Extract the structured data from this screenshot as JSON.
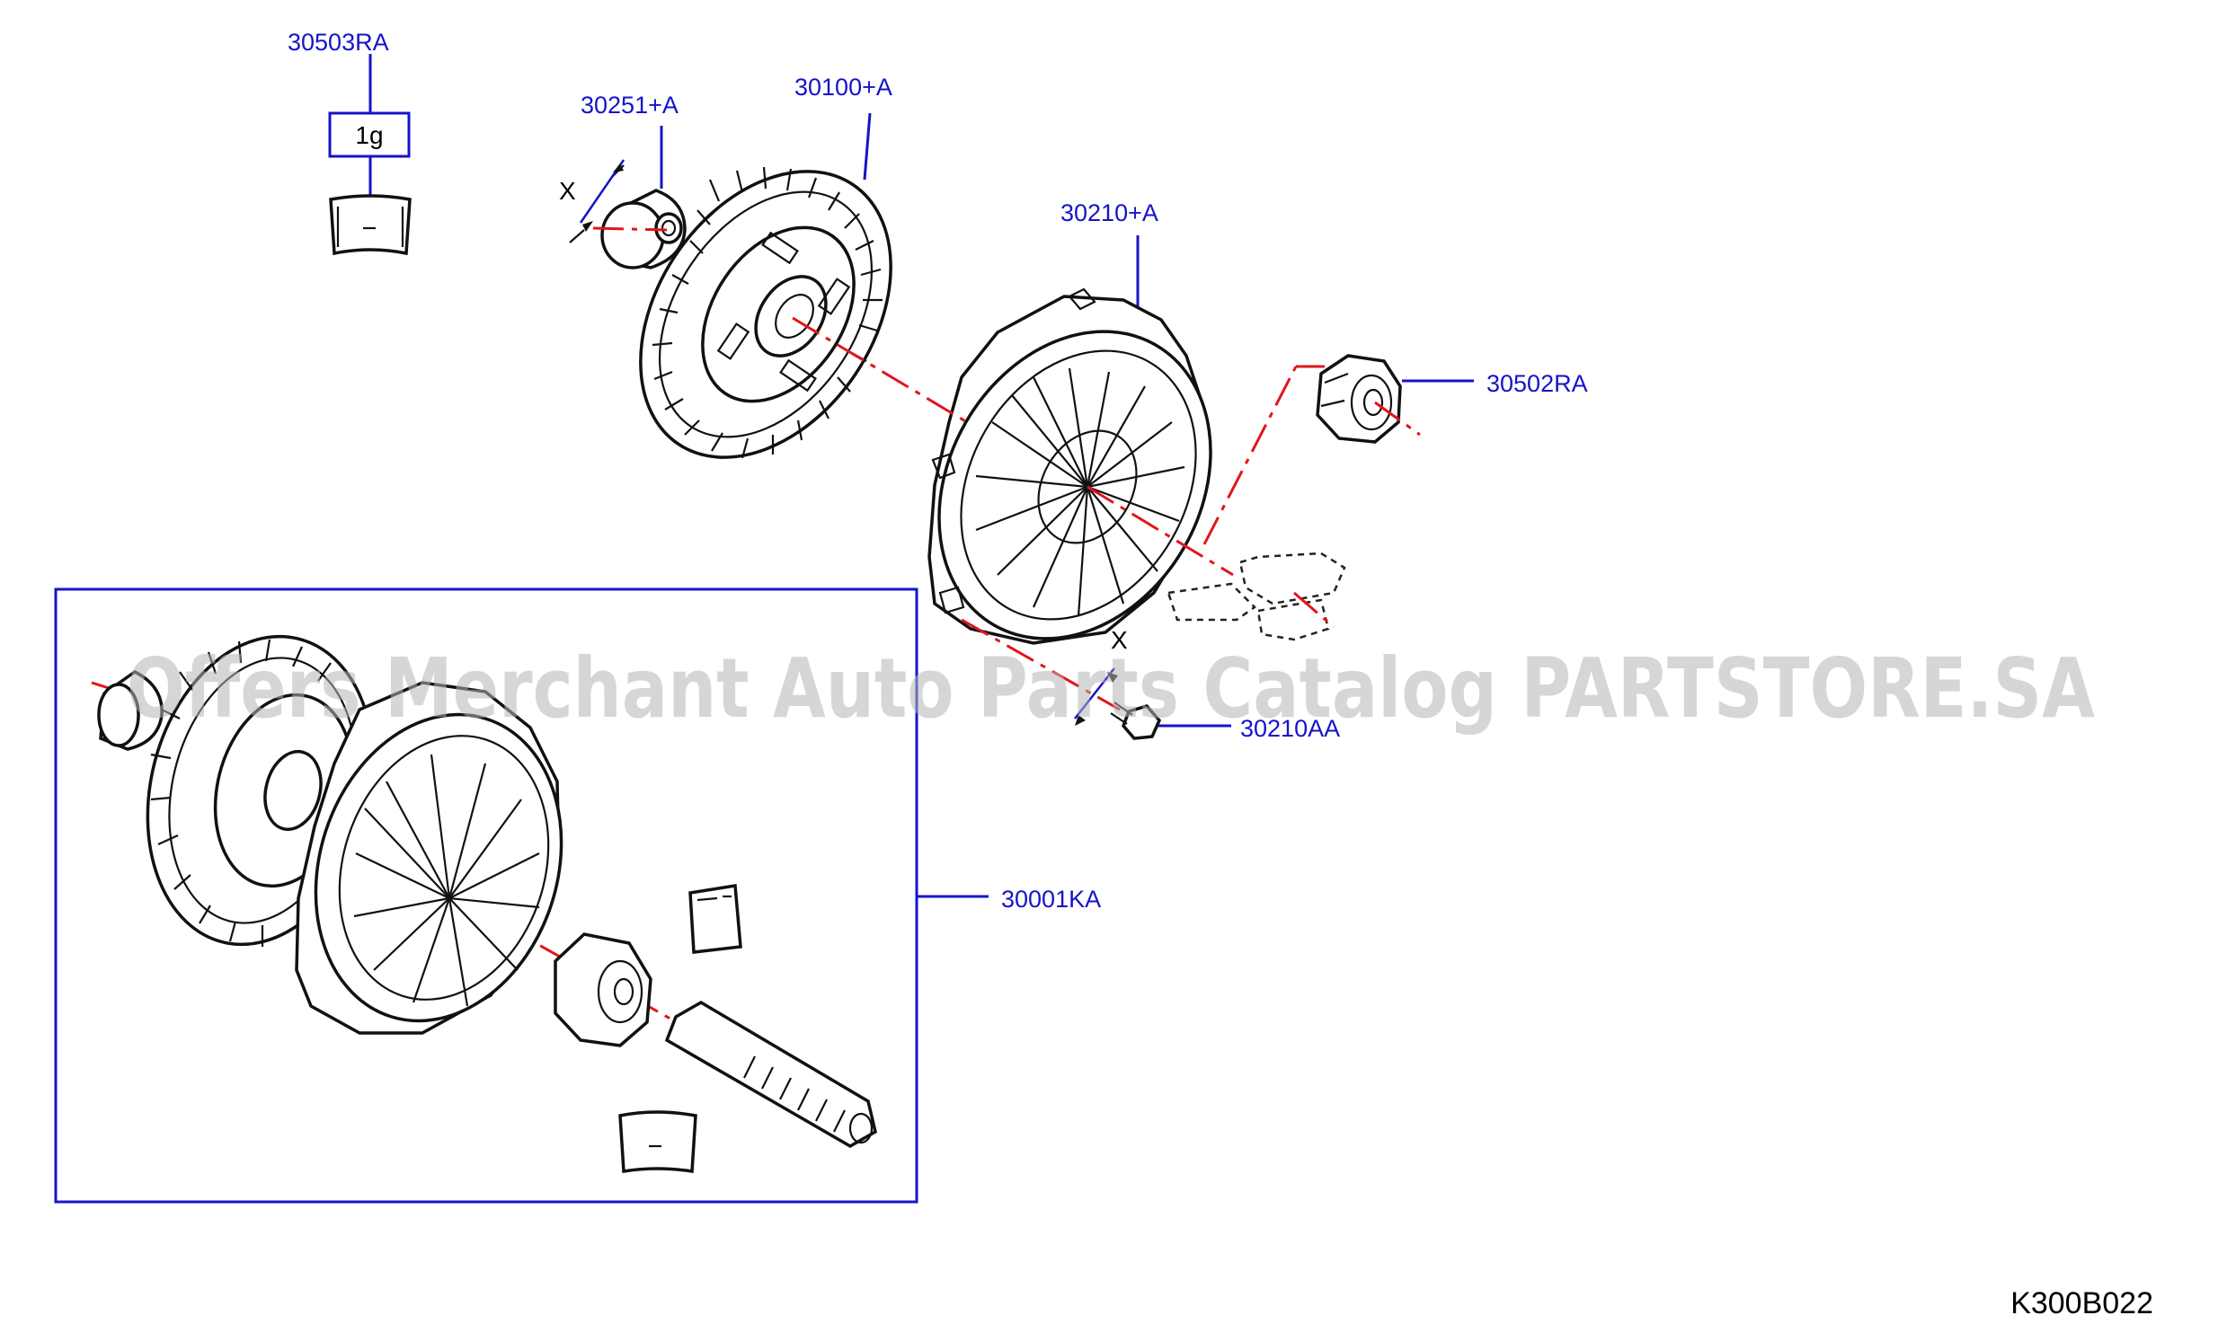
{
  "callouts": {
    "grease_top": "30503RA",
    "pilot_bearing": "30251+A",
    "clutch_disc": "30100+A",
    "clutch_cover": "30210+A",
    "release_bearing": "30502RA",
    "cover_bolt": "30210AA",
    "clutch_kit": "30001KA"
  },
  "labels": {
    "grease_qty": "1g",
    "dim_x_top": "X",
    "dim_x_bolt": "X",
    "drawing_ref": "K300B022",
    "watermark": "Offers Merchant Auto Parts Catalog PARTSTORE.SA"
  },
  "colors": {
    "callout": "#1515c8",
    "axis": "#e0161b",
    "line": "#111111"
  },
  "icons": [
    "grease-packet-icon",
    "clutch-disc-icon",
    "pressure-plate-icon",
    "release-bearing-icon",
    "pilot-bearing-icon",
    "alignment-tool-icon",
    "bolt-icon"
  ]
}
